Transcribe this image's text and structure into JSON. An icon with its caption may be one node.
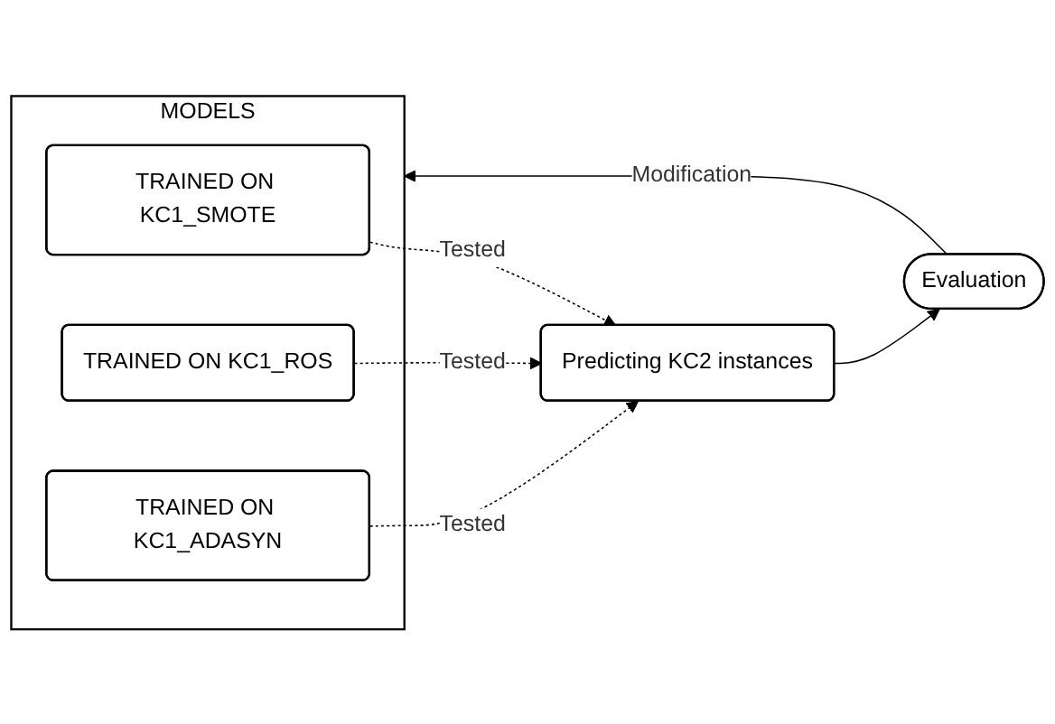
{
  "diagram": {
    "nodes": [
      {
        "text": [
          "MODELS"
        ]
      },
      {
        "text": [
          "TRAINED ON KC1_SMOTE"
        ],
        "in": 0
      },
      {
        "text": [
          "TRAINED ON KC1_ROS"
        ],
        "in": 0
      },
      {
        "text": [
          "TRAINED ON KC1_ADASYN"
        ],
        "in": 0
      },
      {
        "text": [
          "Predicting KC2 instances"
        ]
      },
      {
        "text": [
          "Evaluation"
        ]
      }
    ],
    "edges": [
      {
        "from": 1,
        "to": 4,
        "arrow": "to",
        "label": "Tested",
        "style": "dashed"
      },
      {
        "from": 2,
        "to": 4,
        "arrow": "to",
        "label": "Tested",
        "style": "dashed"
      },
      {
        "from": 3,
        "to": 4,
        "arrow": "to",
        "label": "Tested",
        "style": "dashed"
      },
      {
        "from": 4,
        "to": 5,
        "arrow": "to"
      },
      {
        "from": 5,
        "to": 0,
        "arrow": "to",
        "label": "Modification"
      }
    ]
  }
}
